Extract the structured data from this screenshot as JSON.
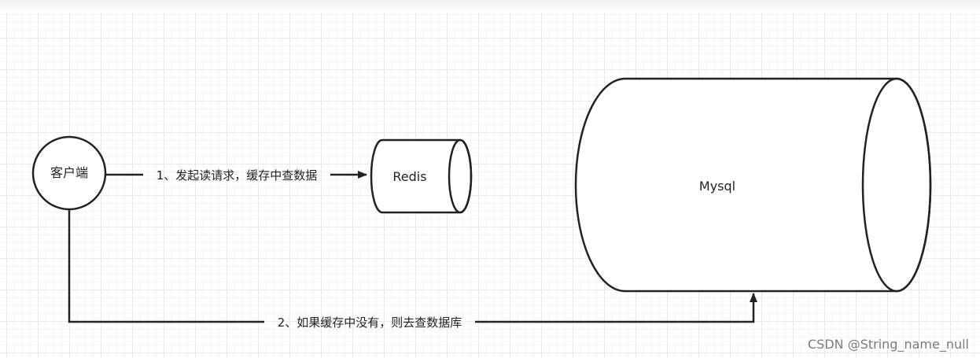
{
  "nodes": {
    "client": {
      "label": "客户端"
    },
    "redis": {
      "label": "Redis"
    },
    "mysql": {
      "label": "Mysql"
    }
  },
  "edges": {
    "client_to_redis": {
      "label": "1、发起读请求，缓存中查数据"
    },
    "client_to_mysql": {
      "label": "2、如果缓存中没有，则去查数据库"
    }
  },
  "watermark": "CSDN @String_name_null",
  "colors": {
    "stroke": "#222222",
    "grid": "#e9e9e9",
    "background": "#ffffff"
  }
}
